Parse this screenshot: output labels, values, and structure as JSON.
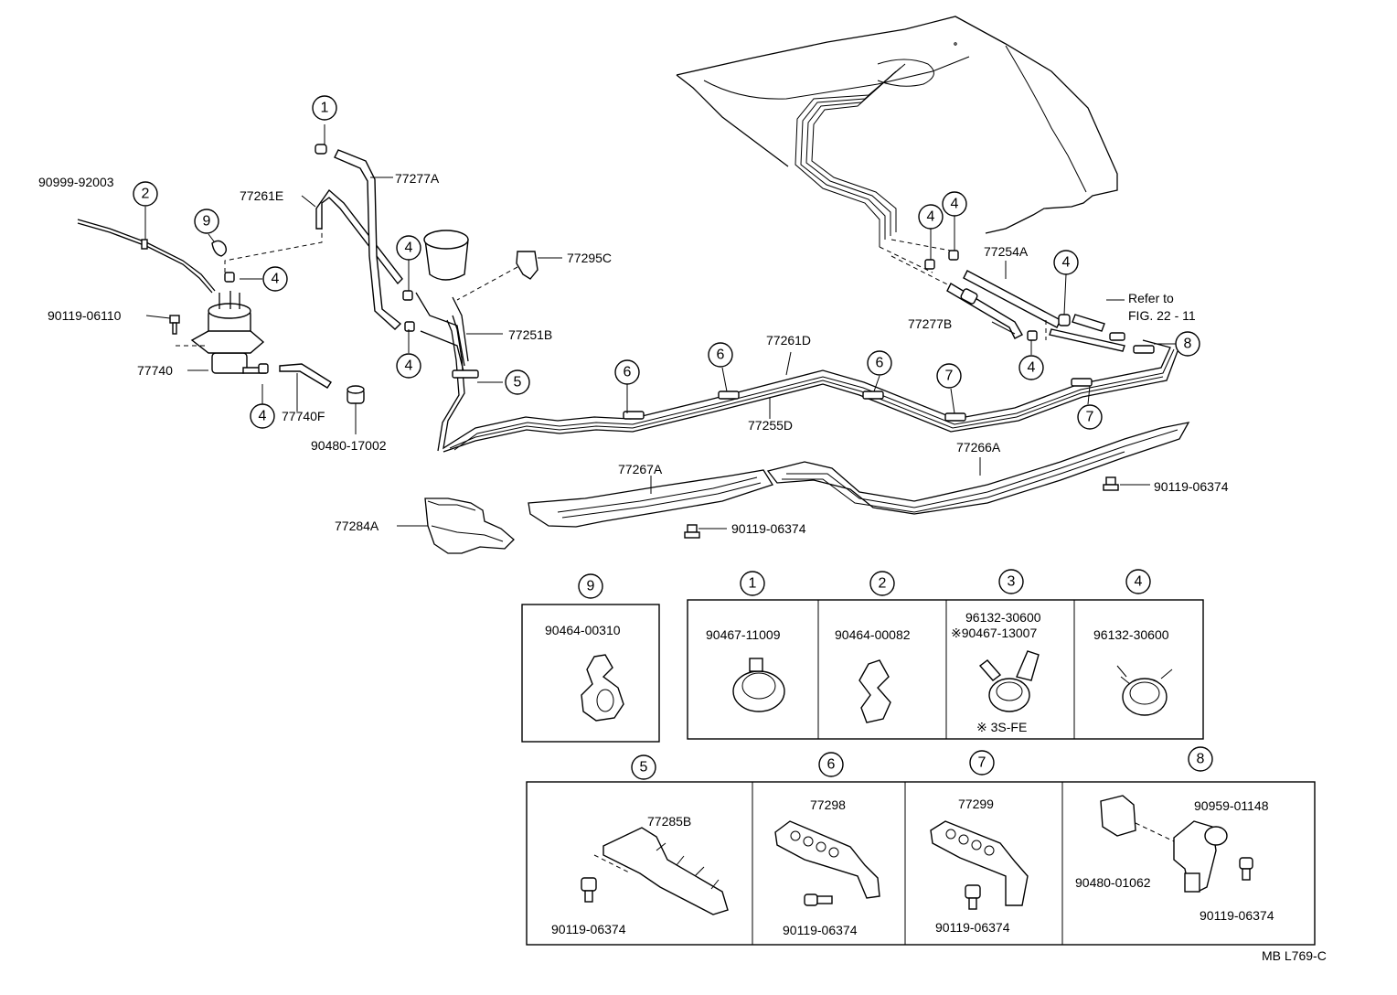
{
  "labels": {
    "l_90999_92003": "90999-92003",
    "l_77261E": "77261E",
    "l_77277A": "77277A",
    "l_77295C": "77295C",
    "l_90119_06110": "90119-06110",
    "l_77251B": "77251B",
    "l_77740": "77740",
    "l_77740F": "77740F",
    "l_90480_17002": "90480-17002",
    "l_77254A": "77254A",
    "l_refer_to": "Refer to",
    "l_fig_ref": "FIG. 22 - 11",
    "l_77277B": "77277B",
    "l_77261D": "77261D",
    "l_77255D": "77255D",
    "l_77266A": "77266A",
    "l_77267A": "77267A",
    "l_90119_06374_right": "90119-06374",
    "l_90119_06374_mid": "90119-06374",
    "l_77284A": "77284A",
    "diagram_code": "MB L769-C"
  },
  "callouts": {
    "c1": "1",
    "c2": "2",
    "c3": "3",
    "c4": "4",
    "c5": "5",
    "c6": "6",
    "c7": "7",
    "c8": "8",
    "c9": "9"
  },
  "detail_boxes": {
    "box9": {
      "num": "9",
      "part": "90464-00310"
    },
    "box1": {
      "num": "1",
      "part": "90467-11009"
    },
    "box2": {
      "num": "2",
      "part": "90464-00082"
    },
    "box3": {
      "num": "3",
      "part": "96132-30600",
      "part_alt": "※90467-13007",
      "note": "※ 3S-FE"
    },
    "box4": {
      "num": "4",
      "part": "96132-30600"
    },
    "box5": {
      "num": "5",
      "part": "77285B",
      "bolt": "90119-06374"
    },
    "box6": {
      "num": "6",
      "part": "77298",
      "bolt": "90119-06374"
    },
    "box7": {
      "num": "7",
      "part": "77299",
      "bolt": "90119-06374"
    },
    "box8": {
      "num": "8",
      "part_a": "90959-01148",
      "part_b": "90480-01062",
      "bolt": "90119-06374"
    }
  }
}
